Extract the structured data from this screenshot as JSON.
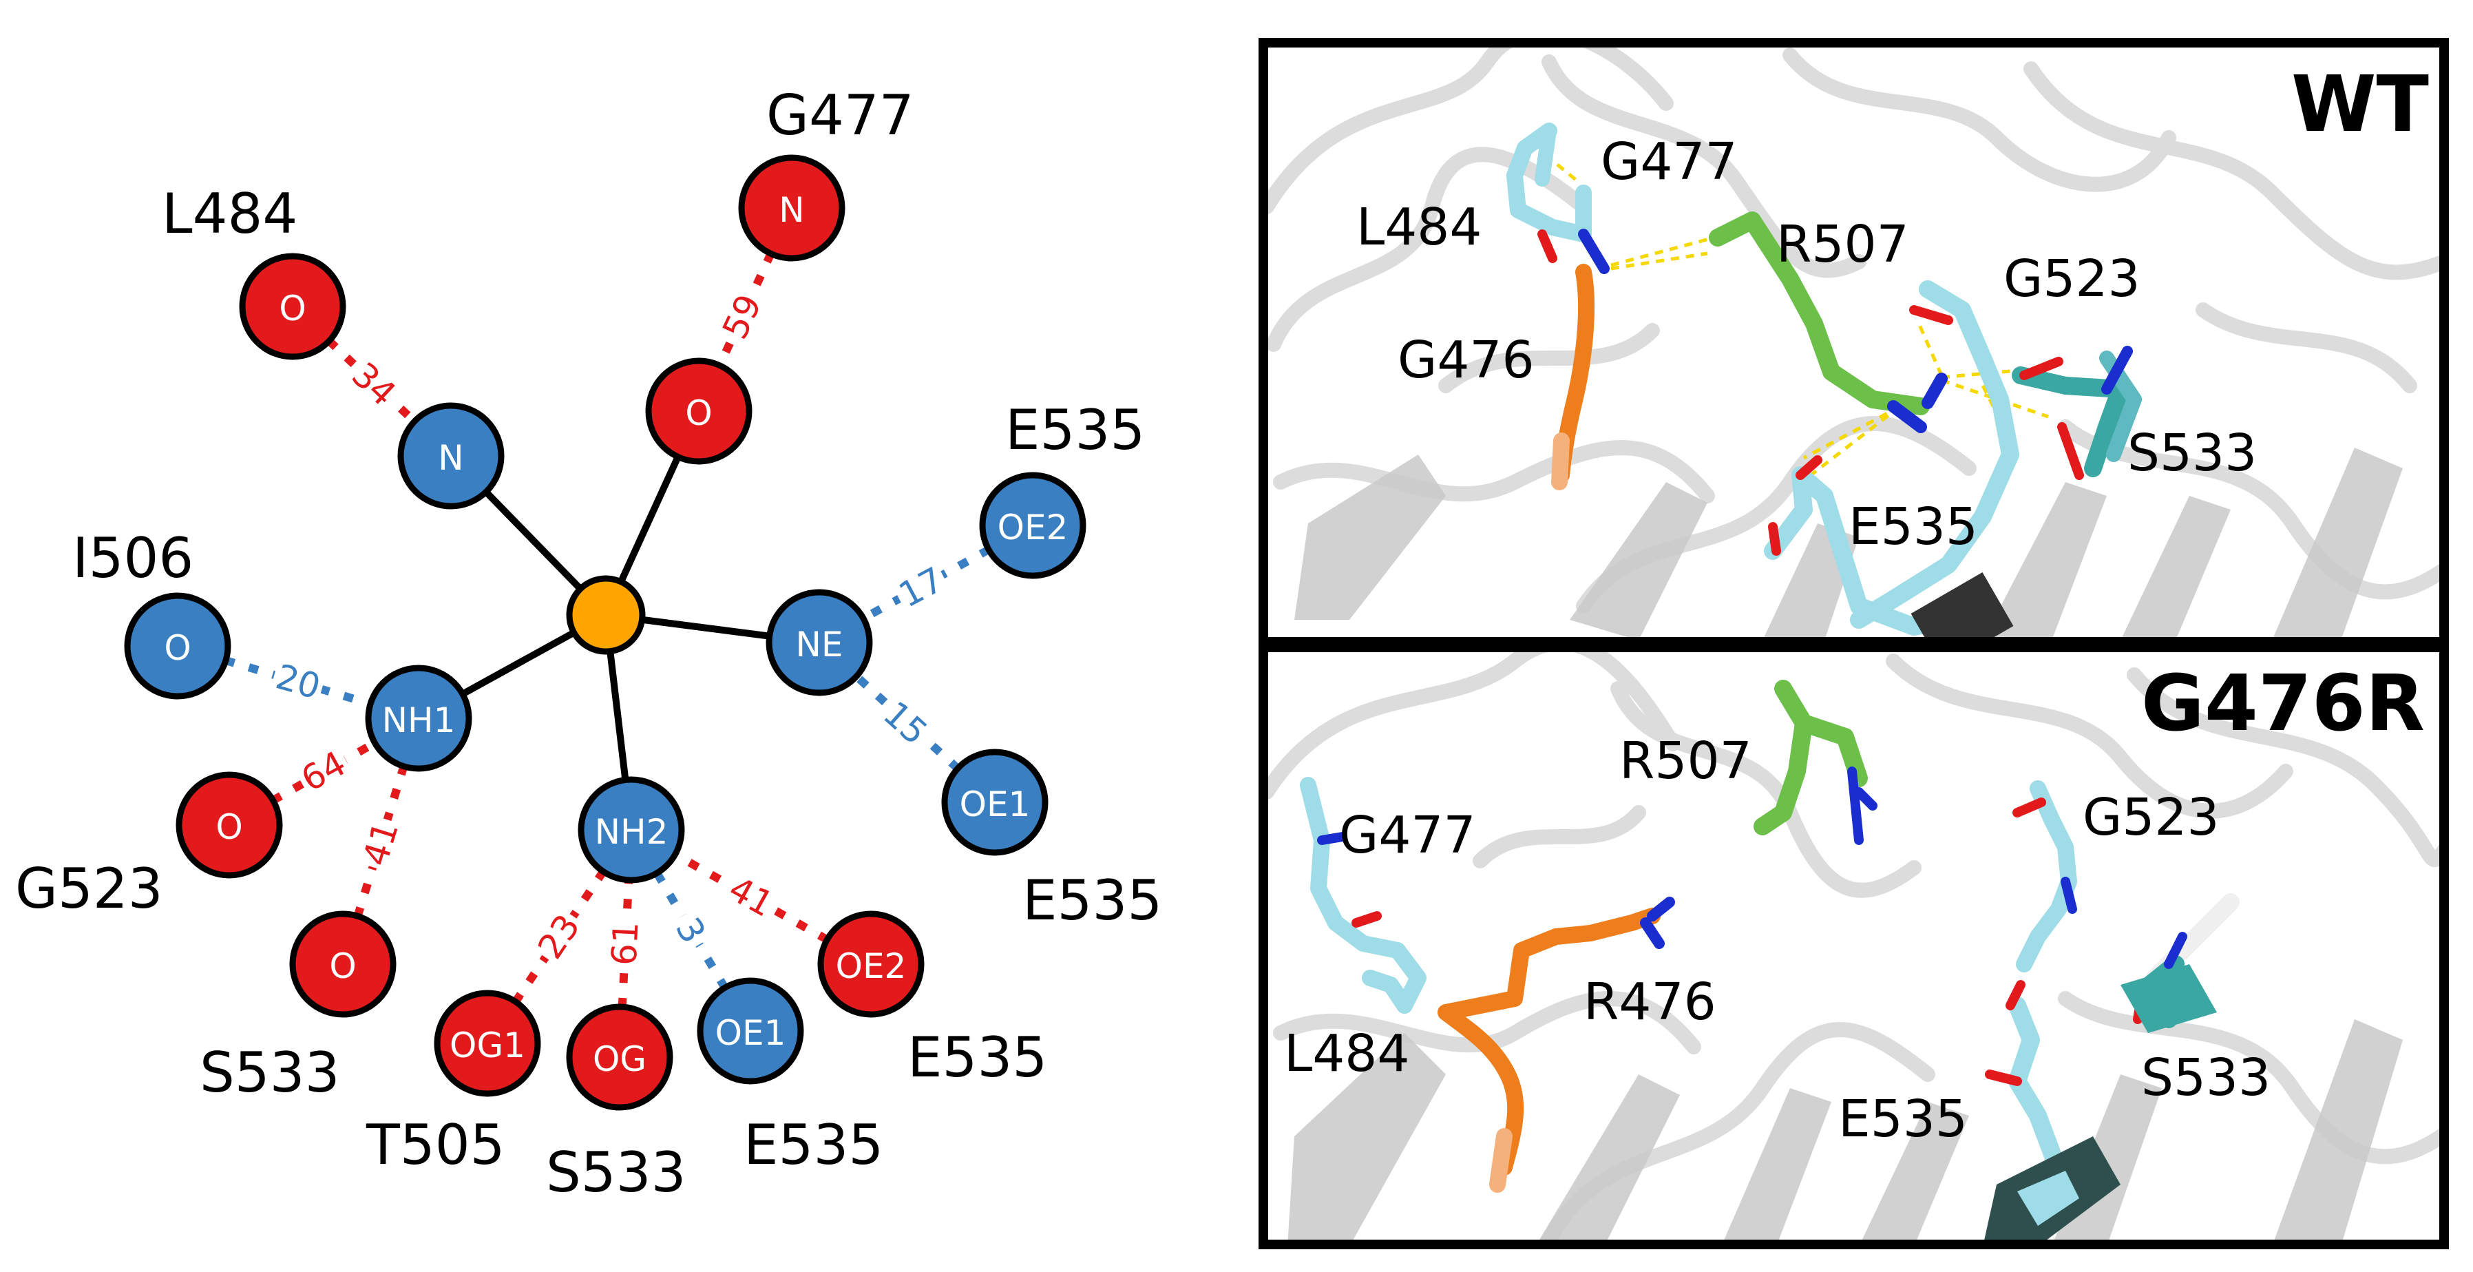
{
  "colors": {
    "oxygen": "#e31a1c",
    "nitrogen": "#3a7fc1",
    "center": "#ffa500",
    "bond": "#000000",
    "dist_o": "#e31a1c",
    "dist_n": "#3a7fc1",
    "cartoon": "#d9d9d9",
    "green_stick": "#6cc04a",
    "orange_stick": "#ee7d1c",
    "cyan_stick": "#9edce8",
    "teal_stick": "#3aa7a3",
    "hbond": "#ffe14a"
  },
  "network": {
    "center": {
      "name": "center-atom"
    },
    "atoms": {
      "n": {
        "label": "N",
        "kind": "nitrogen"
      },
      "o": {
        "label": "O",
        "kind": "oxygen"
      },
      "ne": {
        "label": "NE",
        "kind": "nitrogen"
      },
      "nh1": {
        "label": "NH1",
        "kind": "nitrogen"
      },
      "nh2": {
        "label": "NH2",
        "kind": "nitrogen"
      },
      "l484o": {
        "label": "O",
        "kind": "oxygen"
      },
      "g477n": {
        "label": "N",
        "kind": "oxygen"
      },
      "i506o": {
        "label": "O",
        "kind": "nitrogen"
      },
      "e535oe2a": {
        "label": "OE2",
        "kind": "nitrogen"
      },
      "e535oe1a": {
        "label": "OE1",
        "kind": "nitrogen"
      },
      "g523o": {
        "label": "O",
        "kind": "oxygen"
      },
      "s533o": {
        "label": "O",
        "kind": "oxygen"
      },
      "t505og1": {
        "label": "OG1",
        "kind": "oxygen"
      },
      "s533og": {
        "label": "OG",
        "kind": "oxygen"
      },
      "e535oe1b": {
        "label": "OE1",
        "kind": "nitrogen"
      },
      "e535oe2b": {
        "label": "OE2",
        "kind": "oxygen"
      }
    },
    "residues": {
      "l484": "L484",
      "g477": "G477",
      "i506": "I506",
      "e535a": "E535",
      "e535b": "E535",
      "g523": "G523",
      "s533a": "S533",
      "t505": "T505",
      "s533b": "S533",
      "e535c": "E535",
      "e535d": "E535"
    },
    "distances": {
      "d34": "34",
      "d59": "59",
      "d17": "17",
      "d15": "15",
      "d20": "20",
      "d64": "64",
      "d41a": "41",
      "d23": "23",
      "d61": "61",
      "d3": "3",
      "d41b": "41"
    }
  },
  "panels": {
    "wt": {
      "title": "WT",
      "labels": {
        "g477": "G477",
        "l484": "L484",
        "r507": "R507",
        "g523": "G523",
        "g476": "G476",
        "s533": "S533",
        "e535": "E535"
      }
    },
    "mut": {
      "title": "G476R",
      "labels": {
        "r507": "R507",
        "g477": "G477",
        "g523": "G523",
        "r476": "R476",
        "l484": "L484",
        "s533": "S533",
        "e535": "E535"
      }
    }
  }
}
